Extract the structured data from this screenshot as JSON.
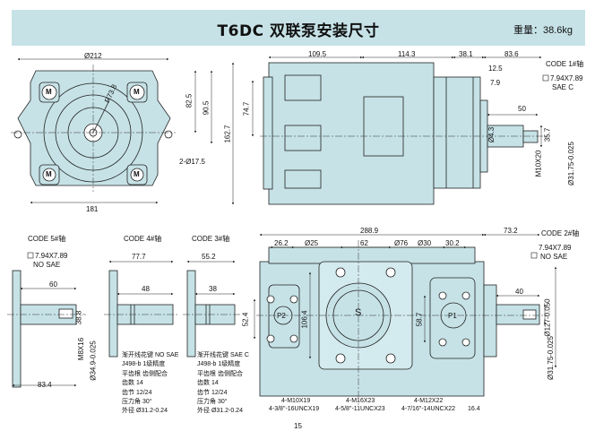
{
  "header": {
    "title": "T6DC  双联泵安装尺寸",
    "weight": "重量：38.6kg"
  },
  "page_number": "15",
  "views": {
    "front": {
      "top_width": "Ø212",
      "height_1": "82.5",
      "height_2": "90.5",
      "bolt_pcd": "R73.8",
      "port_mark": "M",
      "holes": "2-Ø17.5",
      "bottom_width": "181"
    },
    "side": {
      "dim_a": "109.5",
      "dim_b": "114.3",
      "dim_c": "38.1",
      "dim_d": "83.6",
      "dim_e": "12.5",
      "dim_f": "7.9",
      "height_left": "162.7",
      "height_inner": "74.7",
      "shaft_len": "50",
      "pilot": "Ø4.3",
      "shaft_h": "35.7",
      "flange_d": "Ø31.75-0.025",
      "thread": "M10X20",
      "code_title": "CODE 1#轴",
      "key": "7.94X7.89",
      "std": "SAE C"
    }
  },
  "shafts": {
    "code5": {
      "title": "CODE 5#轴",
      "key": "7.94X7.89",
      "std": "NO SAE",
      "len": "60",
      "dia": "38.8",
      "thread": "M8X16",
      "flange": "Ø34.9-0.025",
      "total": "83.4"
    },
    "code4": {
      "title": "CODE 4#轴",
      "total": "77.7",
      "len": "48"
    },
    "code3": {
      "title": "CODE 3#轴",
      "total": "55.2",
      "len": "38"
    },
    "code2": {
      "title": "CODE 2#轴",
      "key": "7.94X7.89",
      "std": "NO SAE",
      "dim_top": "73.2",
      "len": "40",
      "dia1": "Ø127-0.050",
      "dia2": "Ø31.75-0.025"
    }
  },
  "bottom_view": {
    "width": "288.9",
    "d1": "26.2",
    "d2": "Ø25",
    "d3": "62",
    "d4": "Ø76",
    "d5": "Ø30",
    "d6": "30.2",
    "h1": "52.4",
    "h2": "106.4",
    "h3": "58.7",
    "label_s": "S",
    "label_p2": "P2",
    "label_p1": "P1",
    "thread1": [
      "4-M10X19",
      "4-3/8\"-16UNCX19"
    ],
    "thread2": [
      "4-M16X23",
      "4-5/8\"-11UNCX23"
    ],
    "thread3": [
      "4-M12X22",
      "4-7/16\"-14UNCX22"
    ],
    "dim_end": "16.4"
  },
  "specs_left": [
    "渐开线花键  NO SAE",
    "J498-b  1级精度",
    "平齿根  齿侧配合",
    "齿数    14",
    "齿节    12/24",
    "压力角  30°",
    "外径    Ø31.2-0.24"
  ],
  "specs_right": [
    "渐开线花键  SAE C",
    "J498-b  1级精度",
    "平齿根  齿侧配合",
    "齿数    14",
    "齿节    12/24",
    "压力角  30°",
    "外径    Ø31.2-0.24"
  ]
}
